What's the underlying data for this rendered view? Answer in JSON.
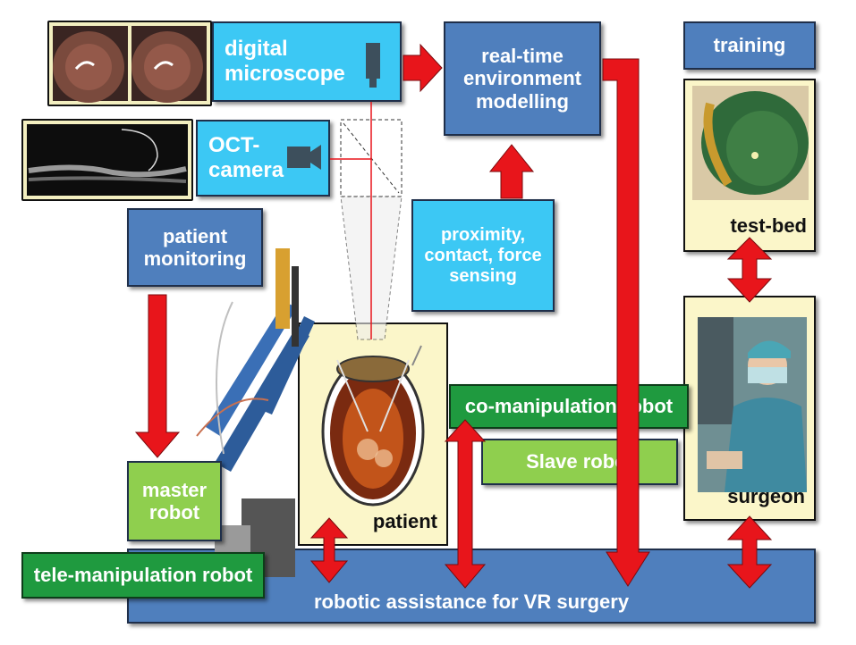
{
  "boxes": {
    "digital_microscope": "digital\nmicroscope",
    "oct_camera": "OCT-\ncamera",
    "realtime_modelling": "real-time\nenvironment\nmodelling",
    "training": "training",
    "patient_monitoring": "patient\nmonitoring",
    "sensing": "proximity,\ncontact, force\nsensing",
    "co_manipulation": "co-manipulation  robot",
    "slave_robot": "Slave robot",
    "master_robot": "master\nrobot",
    "tele_manipulation": "tele-manipulation  robot",
    "robotic_assistance": "robotic assistance  for VR surgery"
  },
  "panel_labels": {
    "patient": "patient",
    "test_bed": "test-bed",
    "surgeon": "surgeon"
  },
  "colors": {
    "arrow_red": "#e8151b",
    "dark_blue": "#4f7fbd",
    "cyan": "#3cc8f4",
    "light_green": "#8fcf4e",
    "dark_green": "#1f9a3f",
    "cream": "#fbf6c9"
  }
}
